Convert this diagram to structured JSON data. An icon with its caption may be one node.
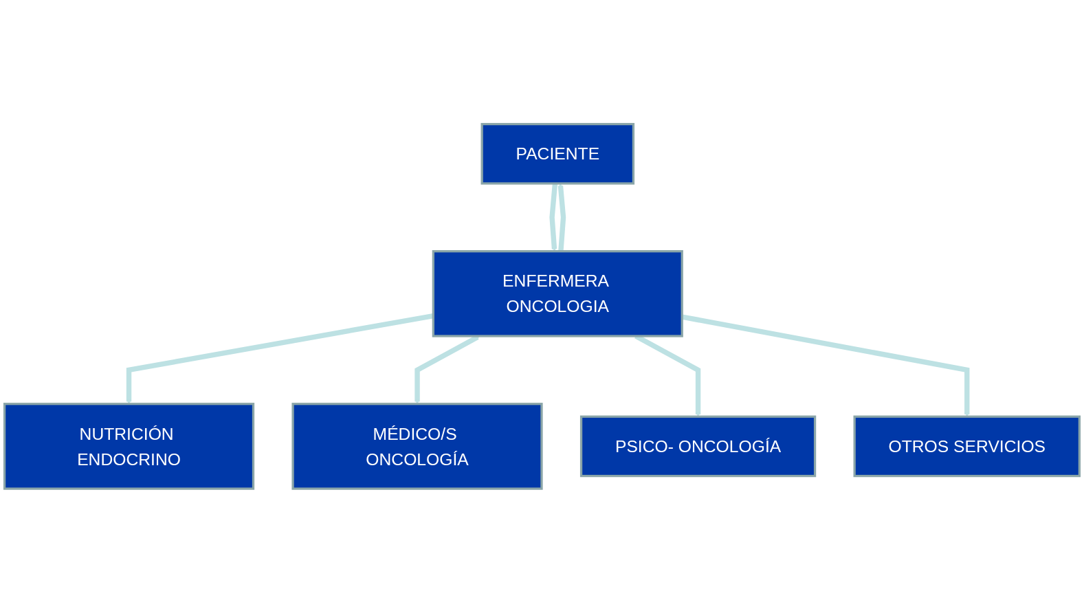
{
  "diagram": {
    "nodes": [
      {
        "text": [
          "PACIENTE"
        ]
      },
      {
        "text": [
          "ENFERMERA ONCOLOGIA"
        ]
      },
      {
        "text": [
          "NUTRICIÓN ENDOCRINO"
        ]
      },
      {
        "text": [
          "MÉDICO/S ONCOLOGÍA"
        ]
      },
      {
        "text": [
          "PSICO- ONCOLOGÍA"
        ]
      },
      {
        "text": [
          "OTROS SERVICIOS"
        ]
      }
    ],
    "edges": [
      {
        "from": 0,
        "to": 1,
        "arrow": "to"
      },
      {
        "from": 1,
        "to": 0,
        "arrow": "to"
      },
      {
        "from": 1,
        "to": 2,
        "arrow": "to"
      },
      {
        "from": 1,
        "to": 3,
        "arrow": "both"
      },
      {
        "from": 1,
        "to": 4,
        "arrow": "to"
      },
      {
        "from": 1,
        "to": 5,
        "arrow": "to"
      }
    ]
  }
}
